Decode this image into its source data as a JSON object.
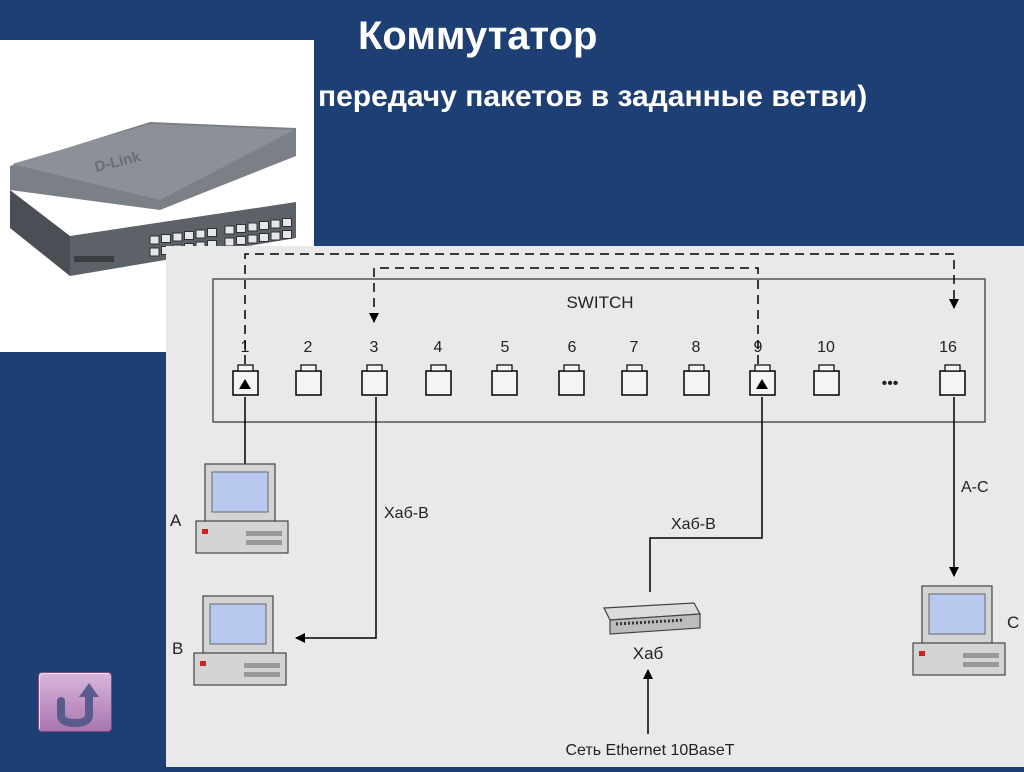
{
  "slide": {
    "title": "Коммутатор",
    "subtitle": "передачу пакетов в заданные ветви)"
  },
  "device_photo": {
    "brand": "D-Link",
    "icon": "network-switch-photo"
  },
  "diagram": {
    "switch_label": "SWITCH",
    "ports": [
      "1",
      "2",
      "3",
      "4",
      "5",
      "6",
      "7",
      "8",
      "9",
      "10",
      "16"
    ],
    "ellipsis": "•••",
    "connections": {
      "port3_label": "Хаб-В",
      "port9_label": "Хаб-В",
      "port16_label": "А-С"
    },
    "hosts": [
      "A",
      "B",
      "C"
    ],
    "hub_label": "Хаб",
    "network_label": "Сеть Ethernet 10BaseT"
  },
  "nav": {
    "back_icon": "u-turn-back-arrow-icon"
  },
  "colors": {
    "background": "#1e3f73",
    "panel": "#e9e9e9",
    "monitor_screen": "#b8c8ee",
    "button": "#c49bca"
  }
}
